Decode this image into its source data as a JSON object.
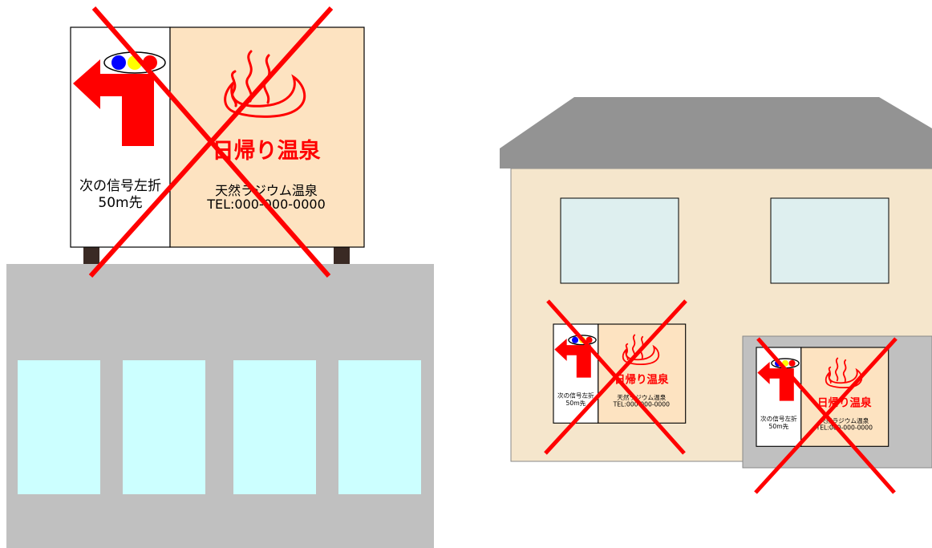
{
  "colors": {
    "building_gray": "#c0c0c0",
    "window_cyan": "#ccffff",
    "house_wall": "#f5e6cc",
    "house_roof": "#939393",
    "house_window": "#deefef",
    "sign_panel": "#fde3c1",
    "sign_red": "#ff0000",
    "post_brown": "#3a2a24",
    "cross_red": "#ff0000"
  },
  "signs": [
    {
      "id": "rooftop",
      "direction_text": "次の信号左折",
      "distance_text": "50m先",
      "title": "日帰り温泉",
      "subtitle": "天然ラジウム温泉",
      "tel": "TEL:000-000-0000",
      "onsen_icon": "hot-spring-icon",
      "arrow_icon": "left-turn-arrow-icon",
      "signal_icon": "traffic-signal-icon",
      "crossed_out": true
    },
    {
      "id": "wall",
      "direction_text": "次の信号左折",
      "distance_text": "50m先",
      "title": "日帰り温泉",
      "subtitle": "天然ラジウム温泉",
      "tel": "TEL:000-000-0000",
      "onsen_icon": "hot-spring-icon",
      "arrow_icon": "left-turn-arrow-icon",
      "signal_icon": "traffic-signal-icon",
      "crossed_out": true
    },
    {
      "id": "garage",
      "direction_text": "次の信号左折",
      "distance_text": "50m先",
      "title": "日帰り温泉",
      "subtitle": "天然ラジウム温泉",
      "tel": "TEL:000-000-0000",
      "onsen_icon": "hot-spring-icon",
      "arrow_icon": "left-turn-arrow-icon",
      "signal_icon": "traffic-signal-icon",
      "crossed_out": true
    }
  ]
}
